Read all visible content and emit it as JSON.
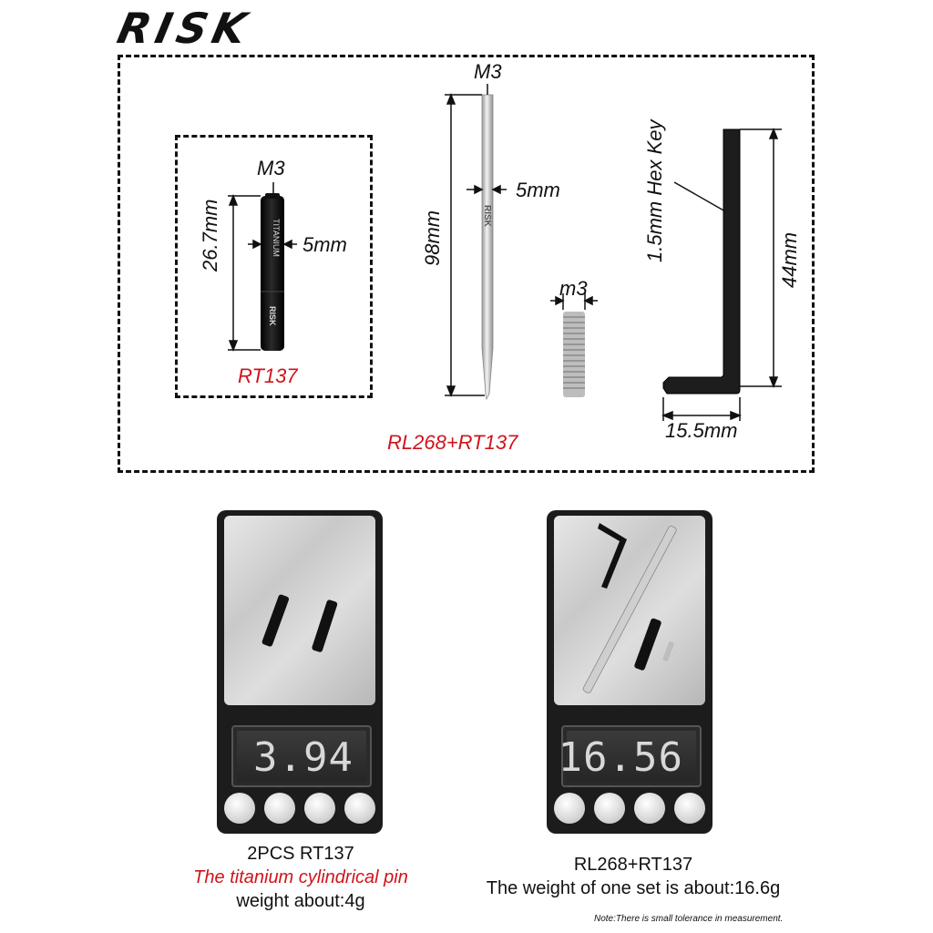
{
  "brand": "RISK",
  "top_diagram": {
    "outer_caption": "RL268+RT137",
    "inner_caption": "RT137",
    "pin": {
      "thread": "M3",
      "length": "26.7mm",
      "diameter": "5mm",
      "body_text": "TITANIUM"
    },
    "rod": {
      "thread": "M3",
      "length": "98mm",
      "diameter": "5mm"
    },
    "screw": {
      "thread": "m3"
    },
    "hex_key": {
      "name": "1.5mm Hex Key",
      "height": "44mm",
      "width": "15.5mm"
    }
  },
  "scale_left": {
    "reading": "3.94",
    "caption_line1": "2PCS RT137",
    "caption_line2": "The titanium cylindrical pin",
    "caption_line3": "weight about:4g"
  },
  "scale_right": {
    "reading": "16.56",
    "caption_line1": "RL268+RT137",
    "caption_line2": "The weight of one set is about:16.6g"
  },
  "note": "Note:There is small tolerance in measurement.",
  "colors": {
    "accent_red": "#d0141b",
    "outline": "#111111"
  }
}
